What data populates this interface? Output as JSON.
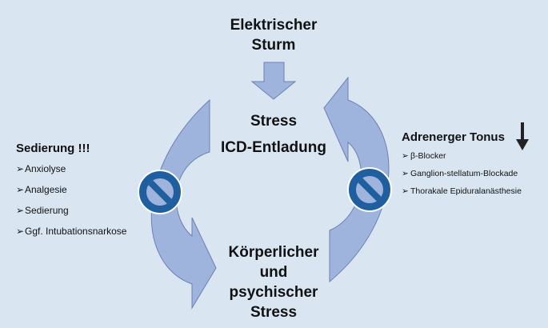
{
  "top_title": [
    "Elektrischer",
    "Sturm"
  ],
  "center": {
    "line1": "Stress",
    "line2": "ICD-Entladung"
  },
  "bottom": [
    "Körperlicher",
    "und",
    "psychischer",
    "Stress"
  ],
  "left": {
    "heading": "Sedierung !!!",
    "bullet": "➢",
    "items": [
      "Anxiolyse",
      "Analgesie",
      "Sedierung",
      "Ggf. Intubationsnarkose"
    ]
  },
  "right": {
    "heading": "Adrenerger Tonus",
    "bullet": "➢",
    "items": [
      "β-Blocker",
      "Ganglion-stellatum-Blockade",
      "Thorakale Epiduralanästhesie"
    ]
  },
  "icons": [
    "arrow-down-icon",
    "curved-arrow-down-icon",
    "curved-arrow-up-icon",
    "no-symbol-icon",
    "tonus-down-arrow-icon"
  ],
  "colors": {
    "background": "#d9e6f2",
    "arrow_fill": "#9fb4dc",
    "arrow_stroke": "#6b80b4",
    "no_sign": "#1f5fa0"
  }
}
